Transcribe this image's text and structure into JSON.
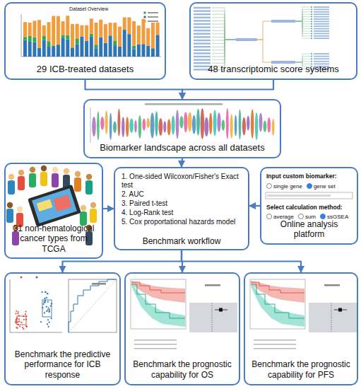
{
  "diagram": {
    "nodes": [
      {
        "text": [
          "29 ICB-treated datasets"
        ]
      },
      {
        "text": [
          "48 transcriptomic score systems"
        ]
      },
      {
        "text": [
          "Biomarker landscape across all datasets"
        ]
      },
      {
        "text": [
          "31 non-hematological cancer types from TCGA"
        ]
      },
      {
        "text": [
          "1. One-sided Wilcoxon/Fisher's Exact test",
          "2. AUC",
          "3. Paired t-test",
          "4. Log-Rank test",
          "5. Cox proportational hazards model",
          "Benchmark workflow"
        ]
      },
      {
        "text": [
          "Input custom biomarker:",
          "single gene",
          "gene set",
          "Select calculation method:",
          "average",
          "sum",
          "ssGSEA",
          "Online analysis platform"
        ]
      },
      {
        "text": [
          "Benchmark the predictive performance for ICB response"
        ]
      },
      {
        "text": [
          "Benchmark the prognostic capability for OS"
        ]
      },
      {
        "text": [
          "Benchmark the prognostic capability for PFS"
        ]
      }
    ],
    "edges": [
      {
        "from": 0,
        "to": 2,
        "arrow": "to"
      },
      {
        "from": 1,
        "to": 2,
        "arrow": "to"
      },
      {
        "from": 2,
        "to": 4,
        "arrow": "to"
      },
      {
        "from": 3,
        "to": 4,
        "arrow": "to"
      },
      {
        "from": 5,
        "to": 4,
        "arrow": "to"
      },
      {
        "from": 4,
        "to": 6,
        "arrow": "to"
      },
      {
        "from": 4,
        "to": 7,
        "arrow": "to"
      },
      {
        "from": 4,
        "to": 8,
        "arrow": "to"
      }
    ],
    "labels": [
      "Dataset Overview"
    ]
  }
}
